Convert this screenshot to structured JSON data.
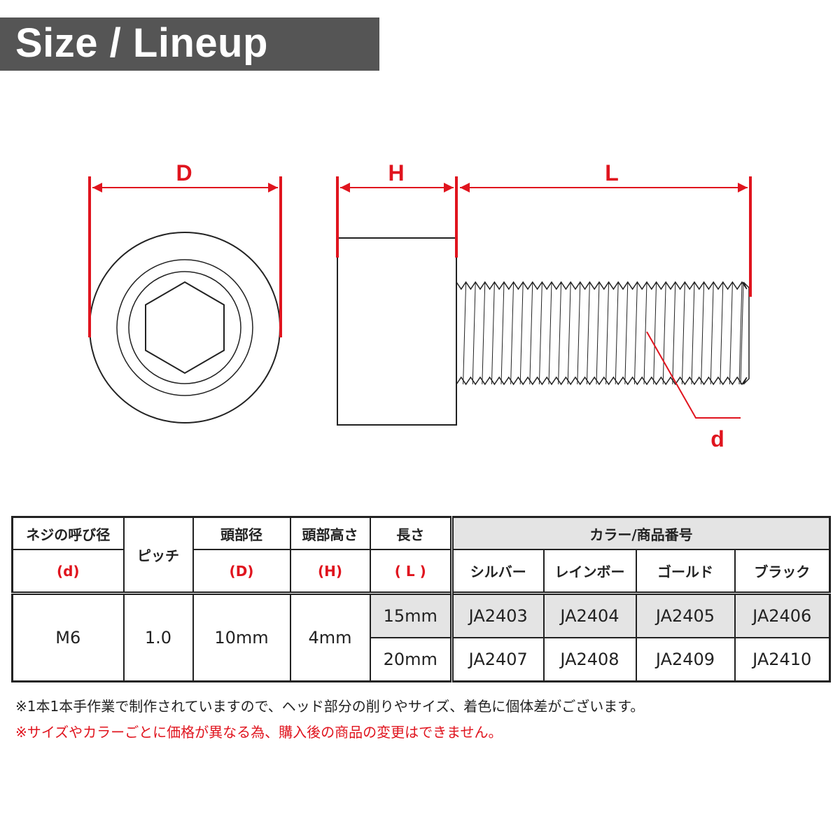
{
  "header": {
    "title": "Size / Lineup"
  },
  "diagram": {
    "labels": {
      "d_head": "D",
      "h": "H",
      "l": "L",
      "d_thread": "d"
    },
    "colors": {
      "dimension": "#e0141e",
      "outline": "#222222"
    }
  },
  "table": {
    "headers": {
      "thread": {
        "label": "ネジの呼び径",
        "symbol": "(d)"
      },
      "pitch": {
        "label": "ピッチ"
      },
      "head_dia": {
        "label": "頭部径",
        "symbol": "(D)"
      },
      "head_height": {
        "label": "頭部高さ",
        "symbol": "(H)"
      },
      "length": {
        "label": "長さ",
        "symbol": "( L )"
      },
      "color_group": "カラー/商品番号",
      "colors": [
        "シルバー",
        "レインボー",
        "ゴールド",
        "ブラック"
      ]
    },
    "spec": {
      "thread": "M6",
      "pitch": "1.0",
      "head_dia": "10mm",
      "head_height": "4mm"
    },
    "rows": [
      {
        "length": "15mm",
        "codes": [
          "JA2403",
          "JA2404",
          "JA2405",
          "JA2406"
        ]
      },
      {
        "length": "20mm",
        "codes": [
          "JA2407",
          "JA2408",
          "JA2409",
          "JA2410"
        ]
      }
    ]
  },
  "notes": [
    "※1本1本手作業で制作されていますので、ヘッド部分の削りやサイズ、着色に個体差がございます。",
    "※サイズやカラーごとに価格が異なる為、購入後の商品の変更はできません。"
  ]
}
